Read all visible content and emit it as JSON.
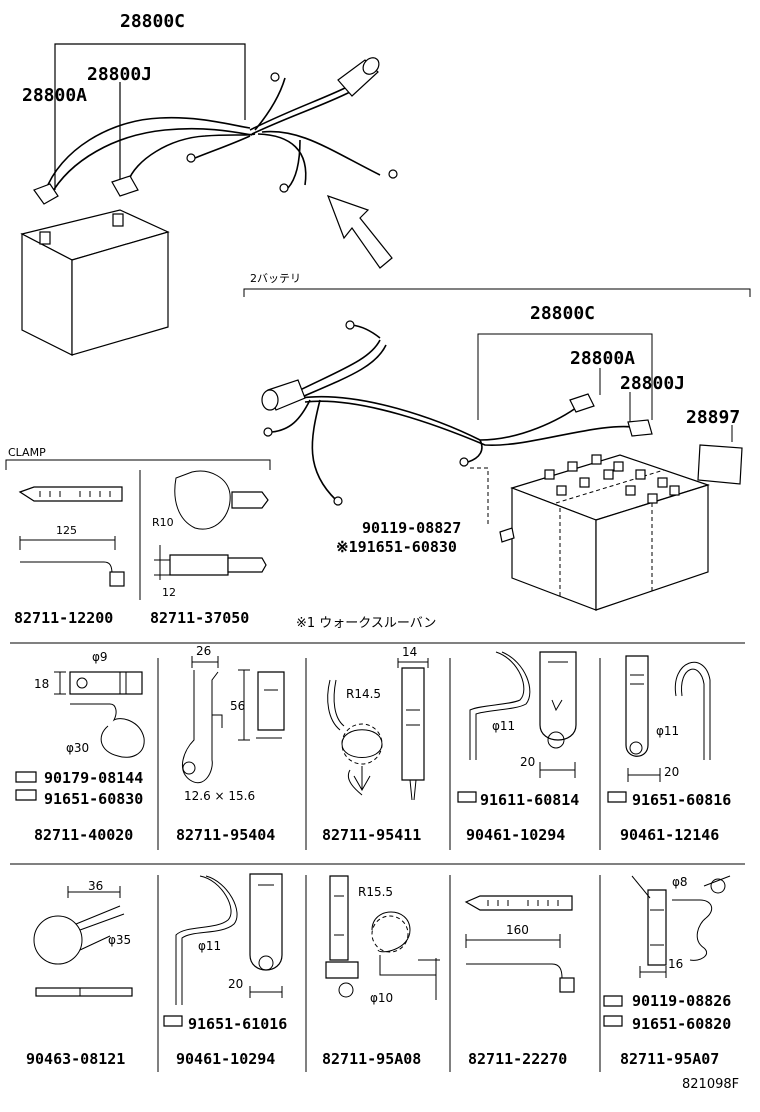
{
  "top": {
    "label_28800C": "28800C",
    "label_28800J": "28800J",
    "label_28800A": "28800A"
  },
  "dual_battery": {
    "title": "2バッテリ",
    "label_28800C": "28800C",
    "label_28800A": "28800A",
    "label_28800J": "28800J",
    "label_28897": "28897",
    "bolt_1": "90119-08827",
    "bolt_2": "※191651-60830",
    "note": "※1 ウォークスルーバン"
  },
  "clamp": {
    "title": "CLAMP",
    "dim_125": "125",
    "dim_R10": "R10",
    "dim_12": "12",
    "part_1": "82711-12200",
    "part_2": "82711-37050"
  },
  "row2": {
    "c1": {
      "dim_phi9": "φ9",
      "dim_18": "18",
      "dim_phi30": "φ30",
      "bolt_1": "90179-08144",
      "bolt_2": "91651-60830",
      "part": "82711-40020"
    },
    "c2": {
      "dim_26": "26",
      "dim_56": "56",
      "dim_hole": "12.6 × 15.6",
      "part": "82711-95404"
    },
    "c3": {
      "dim_14": "14",
      "dim_R145": "R14.5",
      "part": "82711-95411"
    },
    "c4": {
      "dim_phi11": "φ11",
      "dim_20": "20",
      "bolt": "91611-60814",
      "part": "90461-10294"
    },
    "c5": {
      "dim_phi11": "φ11",
      "dim_20": "20",
      "bolt": "91651-60816",
      "part": "90461-12146"
    }
  },
  "row3": {
    "c1": {
      "dim_36": "36",
      "dim_phi35": "φ35",
      "part": "90463-08121"
    },
    "c2": {
      "dim_phi11": "φ11",
      "dim_20": "20",
      "bolt": "91651-61016",
      "part": "90461-10294"
    },
    "c3": {
      "dim_R155": "R15.5",
      "dim_phi10": "φ10",
      "part": "82711-95A08"
    },
    "c4": {
      "dim_160": "160",
      "part": "82711-22270"
    },
    "c5": {
      "dim_phi8": "φ8",
      "dim_16": "16",
      "bolt_1": "90119-08826",
      "bolt_2": "91651-60820",
      "part": "82711-95A07"
    }
  },
  "footer": {
    "code": "821098F"
  }
}
